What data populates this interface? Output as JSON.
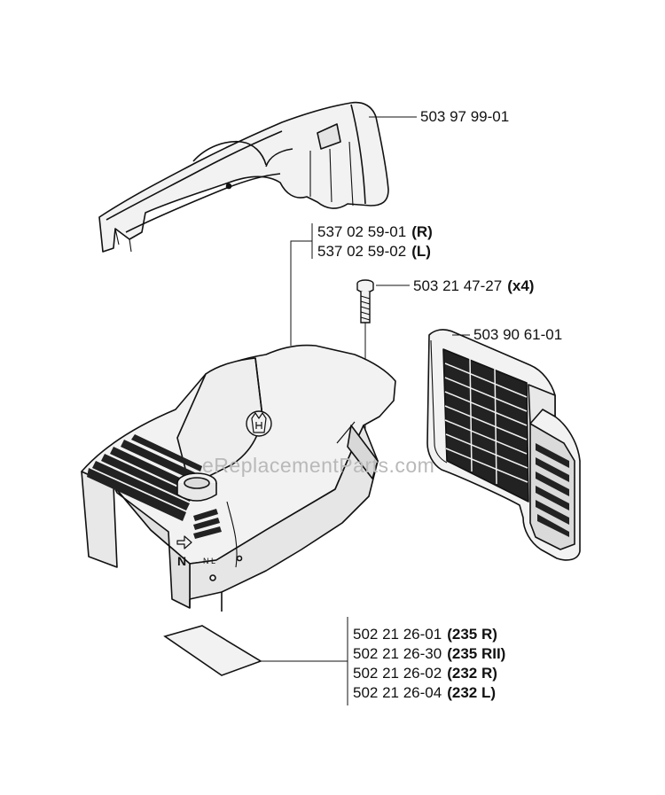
{
  "watermark": "eReplacementParts.com",
  "callouts": {
    "top_cover": {
      "part": "503 97 99-01"
    },
    "cylinder_cover": [
      {
        "part": "537 02 59-01",
        "qual": "(R)"
      },
      {
        "part": "537 02 59-02",
        "qual": "(L)"
      }
    ],
    "screw": {
      "part": "503 21 47-27",
      "qual": "(x4)"
    },
    "air_filter": {
      "part": "503 90 61-01"
    },
    "decal": [
      {
        "part": "502 21 26-01",
        "qual": "(235 R)"
      },
      {
        "part": "502 21 26-30",
        "qual": "(235 RII)"
      },
      {
        "part": "502 21 26-02",
        "qual": "(232 R)"
      },
      {
        "part": "502 21 26-04",
        "qual": "(232 L)"
      }
    ]
  },
  "cover_markings": {
    "choke_left": "N",
    "choke_right": "N L"
  },
  "colors": {
    "line": "#111111",
    "part_fill": "#f2f2f2",
    "shade": "#9a9a9a",
    "dark": "#222222"
  }
}
